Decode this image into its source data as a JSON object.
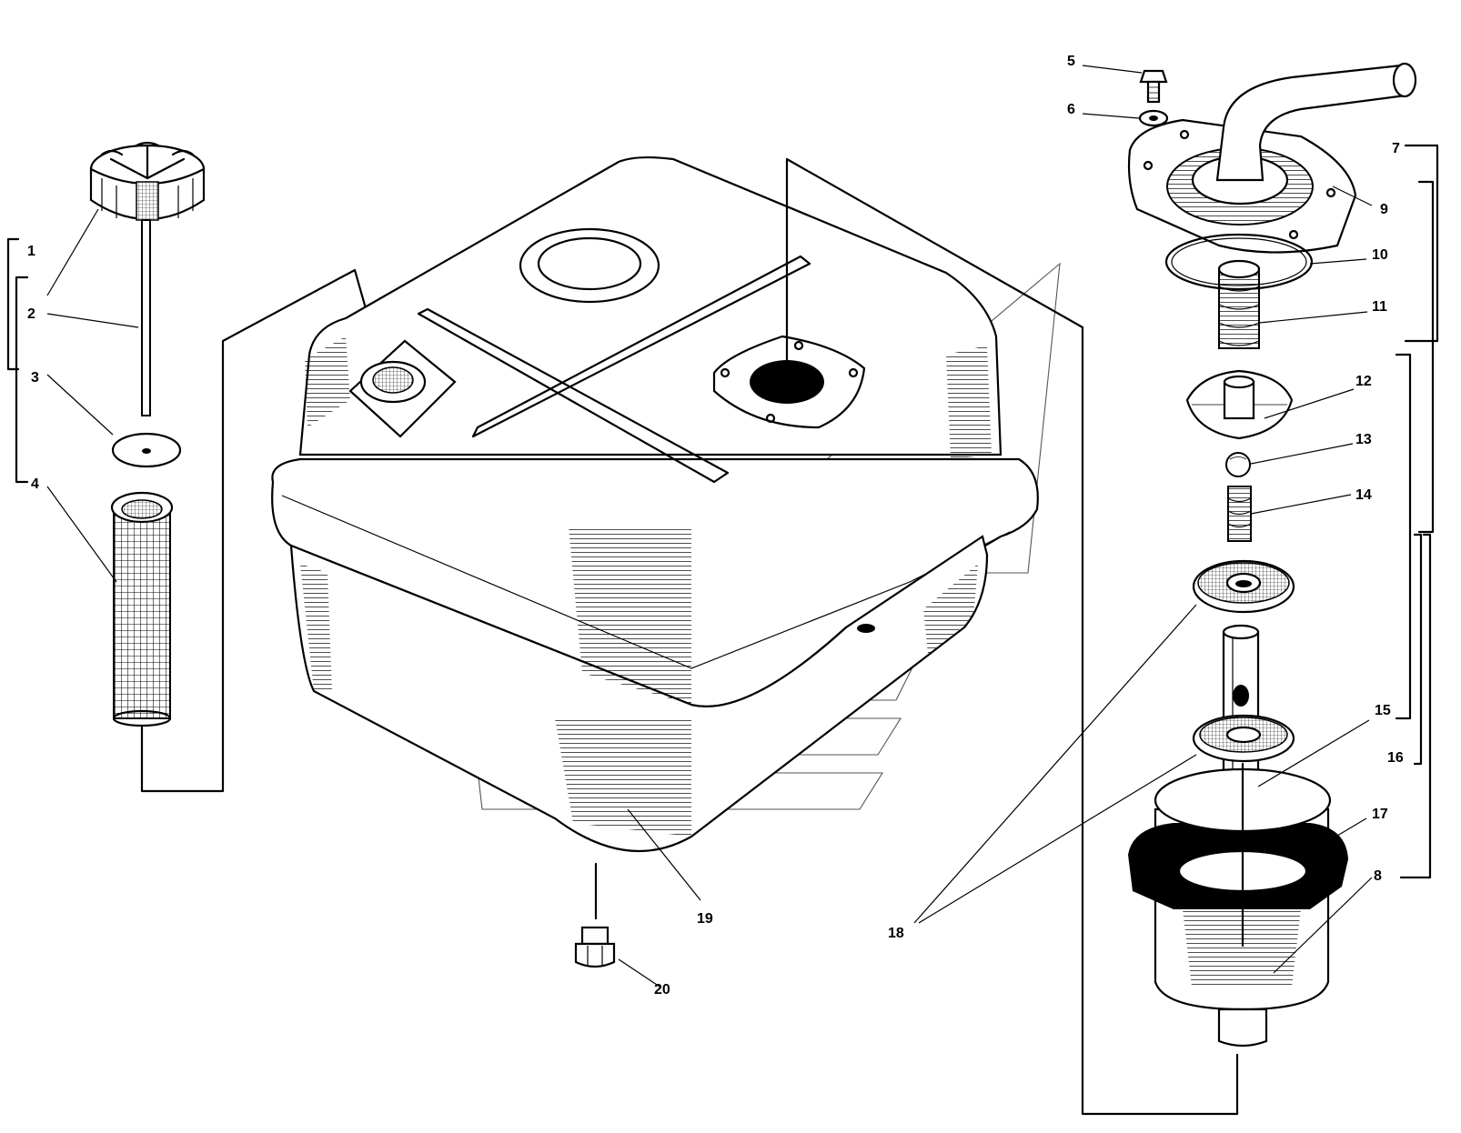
{
  "figure": {
    "callouts": [
      "1",
      "2",
      "3",
      "4",
      "5",
      "6",
      "7",
      "8",
      "9",
      "10",
      "11",
      "12",
      "13",
      "14",
      "15",
      "16",
      "17",
      "18",
      "19",
      "20"
    ]
  }
}
